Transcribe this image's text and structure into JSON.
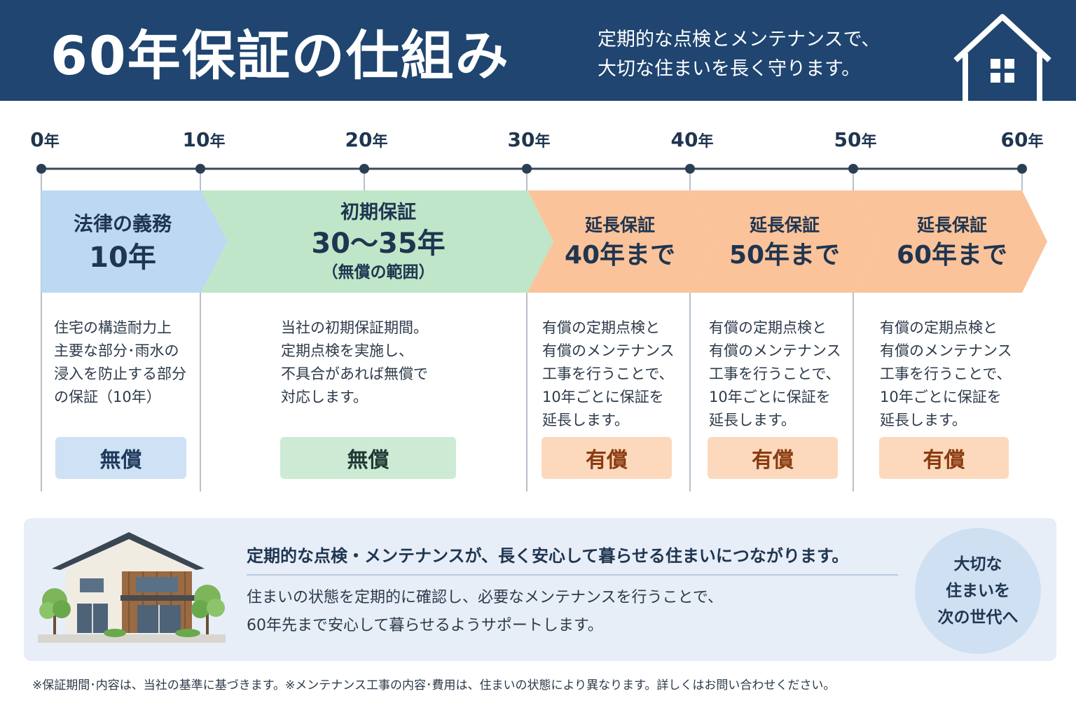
{
  "header": {
    "title": "60年保証の仕組み",
    "subtitle_line1": "定期的な点検とメンテナンスで、",
    "subtitle_line2": "大切な住まいを長く守ります。",
    "icon": "house-icon"
  },
  "timeline": {
    "years": [
      {
        "num": "0",
        "unit": "年"
      },
      {
        "num": "10",
        "unit": "年"
      },
      {
        "num": "20",
        "unit": "年"
      },
      {
        "num": "30",
        "unit": "年"
      },
      {
        "num": "40",
        "unit": "年"
      },
      {
        "num": "50",
        "unit": "年"
      },
      {
        "num": "60",
        "unit": "年"
      }
    ],
    "bands": [
      {
        "line1": "法律の義務",
        "line2": "10年",
        "line3": "",
        "color": "#bcd8f3"
      },
      {
        "line1": "初期保証",
        "line2": "30～35年",
        "line3": "（無償の範囲）",
        "color": "#bfe6c8"
      },
      {
        "line1": "延長保証",
        "line2": "40年まで",
        "line3": "",
        "color": "#fbc39a"
      },
      {
        "line1": "延長保証",
        "line2": "50年まで",
        "line3": "",
        "color": "#fbc39a"
      },
      {
        "line1": "延長保証",
        "line2": "60年まで",
        "line3": "",
        "color": "#fbc39a"
      }
    ],
    "descriptions": [
      "住宅の構造耐力上\n主要な部分･雨水の\n浸入を防止する部分\nの保証（10年）",
      "当社の初期保証期間。\n定期点検を実施し、\n不具合があれば無償で\n対応します。",
      "有償の定期点検と\n有償のメンテナンス\n工事を行うことで、\n10年ごとに保証を\n延長します。",
      "有償の定期点検と\n有償のメンテナンス\n工事を行うことで、\n10年ごとに保証を\n延長します。",
      "有償の定期点検と\n有償のメンテナンス\n工事を行うことで、\n10年ごとに保証を\n延長します。"
    ],
    "costs": [
      "無償",
      "無償",
      "有償",
      "有償",
      "有償"
    ]
  },
  "panel": {
    "heading": "定期的な点検・メンテナンスが、長く安心して暮らせる住まいにつながります。",
    "body": "住まいの状態を定期的に確認し、必要なメンテナンスを行うことで、\n60年先まで安心して暮らせるようサポートします。",
    "circle": "大切な\n住まいを\n次の世代へ"
  },
  "footnote": "※保証期間･内容は、当社の基準に基づきます。※メンテナンス工事の内容･費用は、住まいの状態により異なります。詳しくはお問い合わせください。",
  "colors": {
    "header_bg": "#1f4570",
    "blue": "#bcd8f3",
    "green": "#bfe6c8",
    "orange": "#fbc39a",
    "timeline_line": "#3a4a5c"
  }
}
